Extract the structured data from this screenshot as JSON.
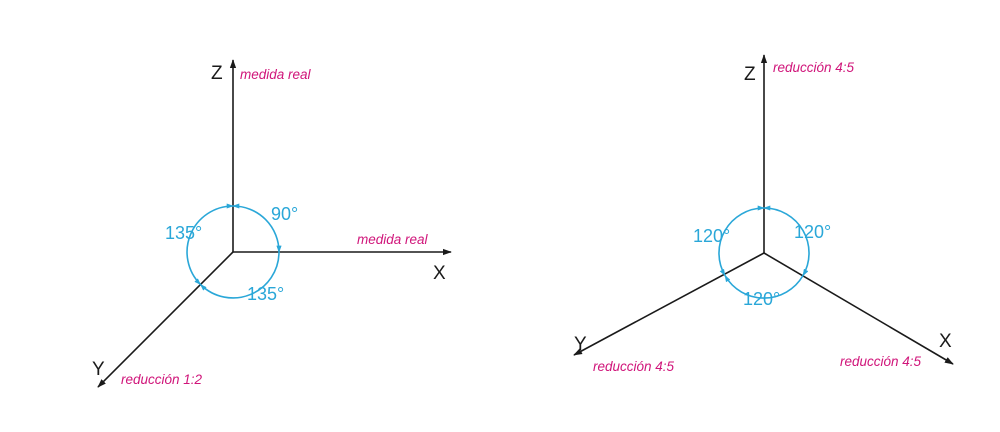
{
  "diagram_left": {
    "axis_z": "Z",
    "axis_x": "X",
    "axis_y": "Y",
    "label_z": "medida real",
    "label_x": "medida real",
    "label_y": "reducción 1:2",
    "angle_zx": "90°",
    "angle_zy": "135°",
    "angle_xy": "135°"
  },
  "diagram_right": {
    "axis_z": "Z",
    "axis_x": "X",
    "axis_y": "Y",
    "label_z": "reducción 4:5",
    "label_x": "reducción 4:5",
    "label_y": "reducción 4:5",
    "angle_zx": "120°",
    "angle_zy": "120°",
    "angle_xy": "120°"
  },
  "colors": {
    "axis": "#1a1a1a",
    "arc": "#2aa7d8",
    "scale_text": "#d0157a"
  }
}
